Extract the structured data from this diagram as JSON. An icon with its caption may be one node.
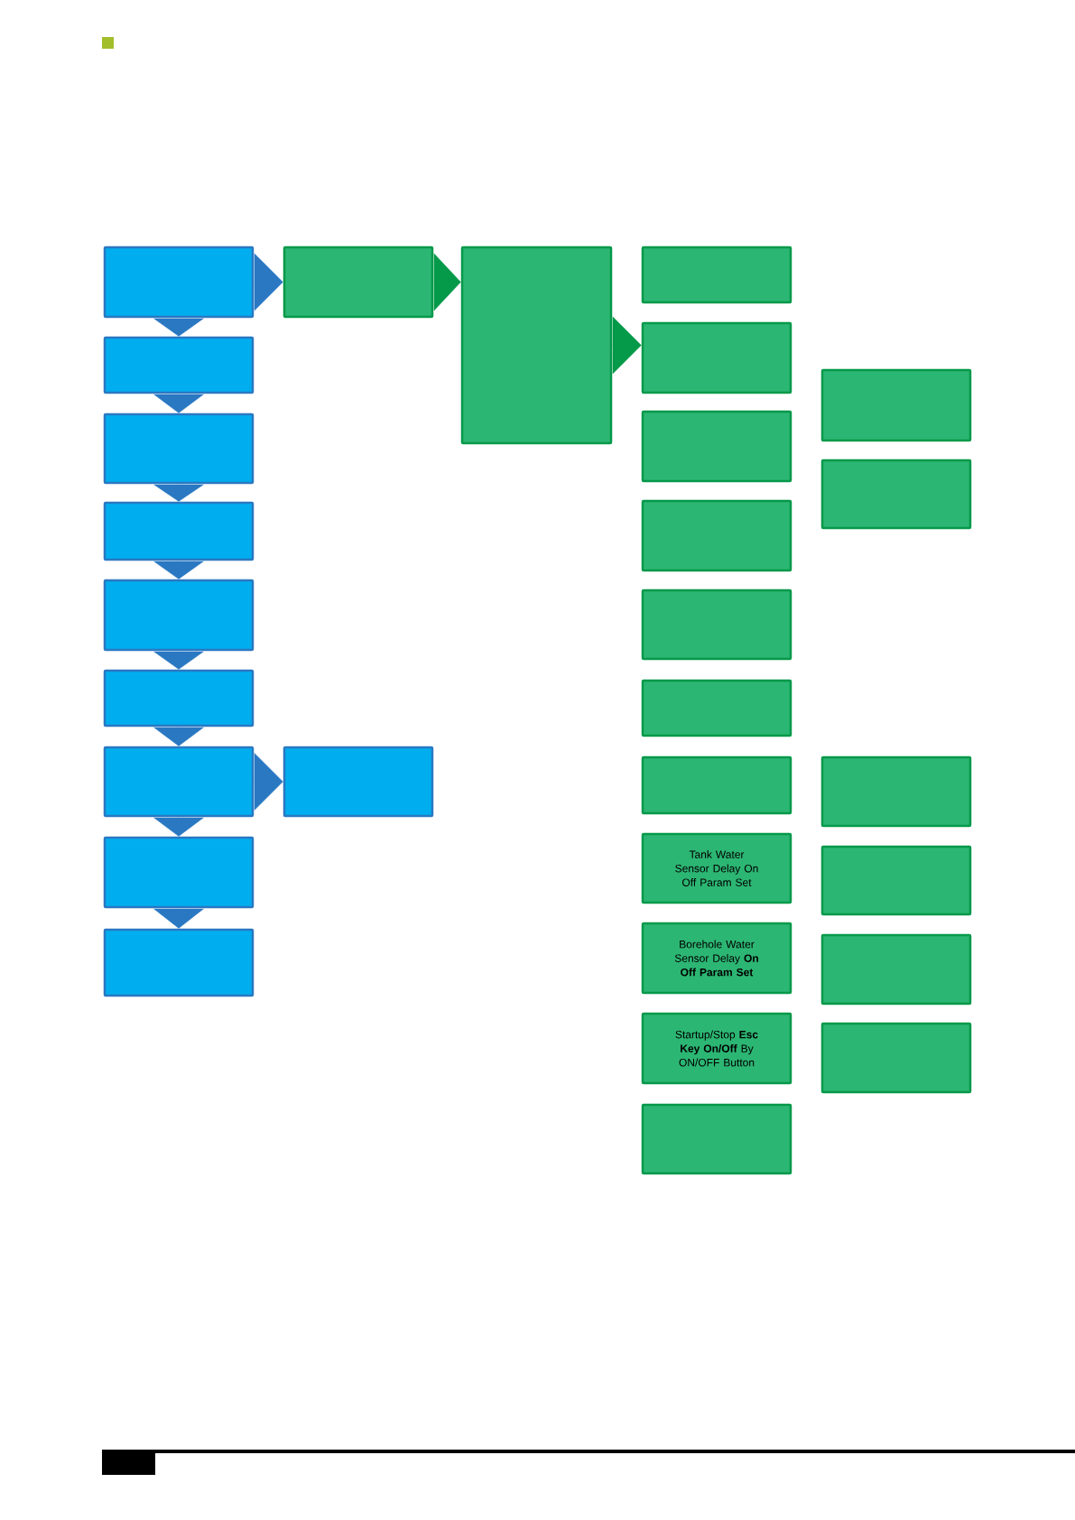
{
  "diagram": {
    "nodes": [
      {
        "text": [],
        "shape": "box"
      },
      {
        "text": [],
        "shape": "box"
      },
      {
        "text": [],
        "shape": "box"
      },
      {
        "text": [],
        "shape": "box"
      },
      {
        "text": [],
        "shape": "box"
      },
      {
        "text": [],
        "shape": "box"
      },
      {
        "text": [],
        "shape": "box"
      },
      {
        "text": [],
        "shape": "box"
      },
      {
        "text": [],
        "shape": "box"
      },
      {
        "text": [],
        "shape": "box"
      },
      {
        "text": [],
        "shape": "box"
      },
      {
        "text": [],
        "shape": "box"
      },
      {
        "text": [],
        "shape": "box"
      },
      {
        "text": [],
        "shape": "box"
      },
      {
        "text": [],
        "shape": "box"
      },
      {
        "text": [],
        "shape": "box"
      },
      {
        "text": [],
        "shape": "box"
      },
      {
        "text": [],
        "shape": "box"
      },
      {
        "text": [],
        "shape": "box"
      },
      {
        "text": [
          "Tank Water Sensor Delay On Off Param Set"
        ]
      },
      {
        "text": [
          "Borehole Water Sensor Delay **On Off Param Set**"
        ]
      },
      {
        "text": [
          "Startup/Stop **Esc Key On/Off** By ON/OFF Button"
        ]
      },
      {
        "text": [],
        "shape": "box"
      },
      {
        "text": [],
        "shape": "box"
      },
      {
        "text": [],
        "shape": "box"
      },
      {
        "text": [],
        "shape": "box"
      },
      {
        "text": [],
        "shape": "box"
      },
      {
        "text": [],
        "shape": "box"
      },
      {
        "text": [],
        "shape": "box"
      }
    ],
    "edges": [
      {
        "from": 0,
        "to": 1,
        "arrow": "to"
      },
      {
        "from": 1,
        "to": 2,
        "arrow": "to"
      },
      {
        "from": 2,
        "to": 3,
        "arrow": "to"
      },
      {
        "from": 3,
        "to": 4,
        "arrow": "to"
      },
      {
        "from": 4,
        "to": 5,
        "arrow": "to"
      },
      {
        "from": 5,
        "to": 6,
        "arrow": "to"
      },
      {
        "from": 6,
        "to": 7,
        "arrow": "to"
      },
      {
        "from": 7,
        "to": 8,
        "arrow": "to"
      },
      {
        "from": 0,
        "to": 9,
        "arrow": "to"
      },
      {
        "from": 6,
        "to": 10,
        "arrow": "to"
      },
      {
        "from": 9,
        "to": 11,
        "arrow": "to",
        "color": "#05994a"
      },
      {
        "from": 11,
        "to": 13,
        "arrow": "to",
        "color": "#05994a"
      }
    ]
  }
}
